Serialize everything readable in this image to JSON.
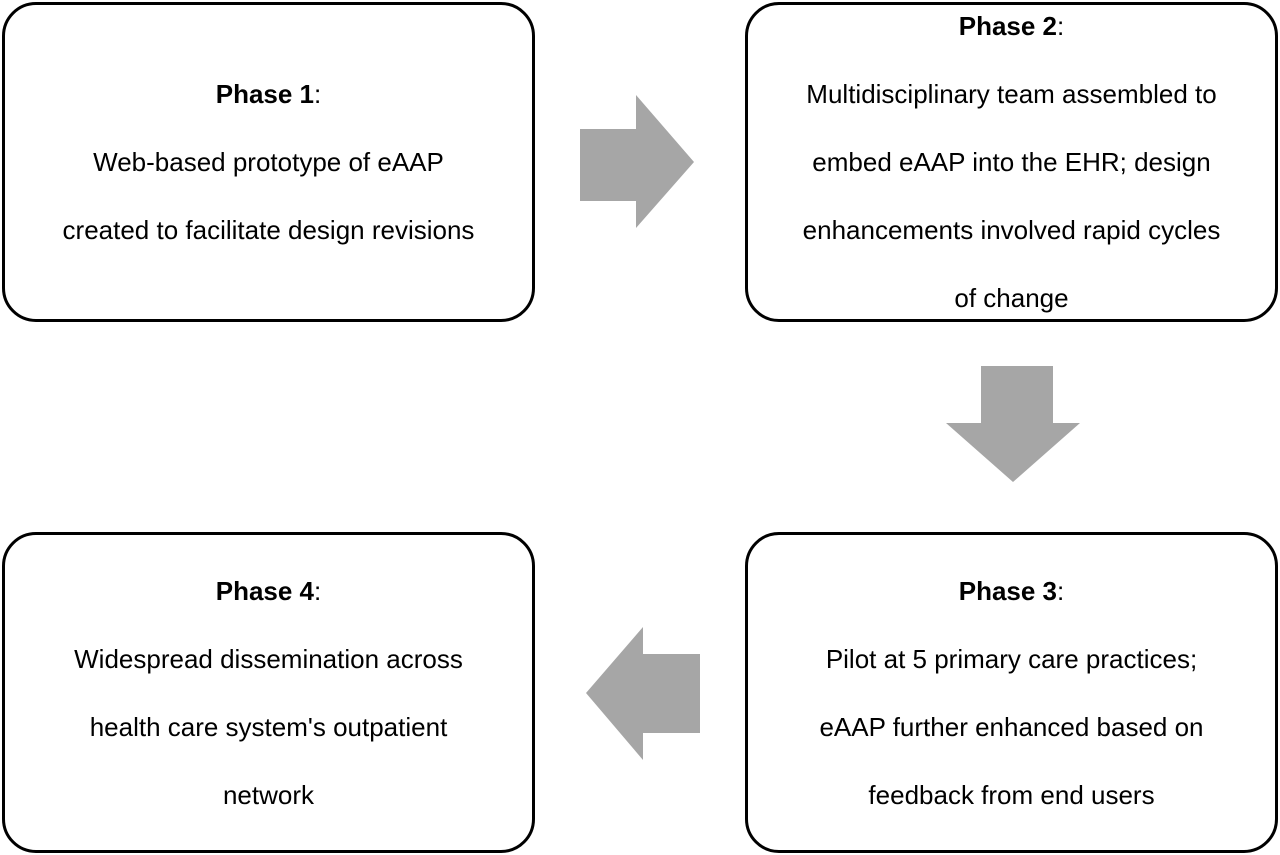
{
  "phases": [
    {
      "name": "Phase 1",
      "lines": [
        "Web-based prototype of eAAP",
        "created to facilitate design revisions"
      ]
    },
    {
      "name": "Phase 2",
      "lines": [
        "Multidisciplinary team assembled to",
        "embed eAAP into the EHR; design",
        "enhancements involved rapid cycles",
        "of change"
      ]
    },
    {
      "name": "Phase 3",
      "lines": [
        "Pilot at 5 primary care practices;",
        "eAAP further enhanced based on",
        "feedback from end users"
      ]
    },
    {
      "name": "Phase 4",
      "lines": [
        "Widespread dissemination across",
        "health care system's outpatient",
        "network"
      ]
    }
  ],
  "punctuation": ":",
  "colors": {
    "arrow": "#a6a6a6",
    "border": "#000000",
    "text": "#000000"
  }
}
